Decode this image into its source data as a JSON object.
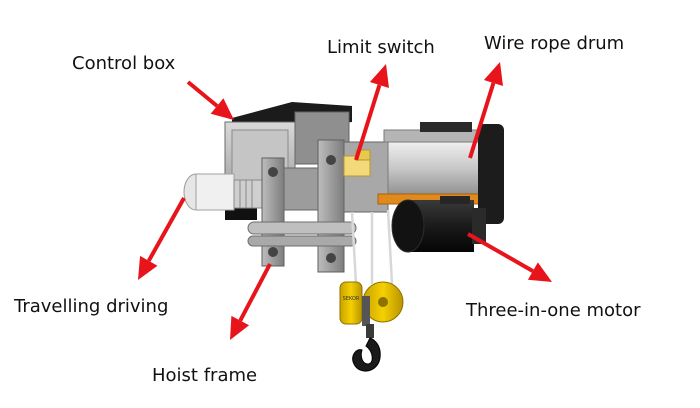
{
  "diagram": {
    "arrow_color": "#e8141b",
    "labels": {
      "control_box": "Control box",
      "limit_switch": "Limit switch",
      "wire_rope_drum": "Wire rope drum",
      "travelling_driving": "Travelling driving",
      "three_in_one_motor": "Three-in-one motor",
      "hoist_frame": "Hoist frame"
    },
    "hook_plate_text": "SEKOR",
    "icons": {
      "hoist": "electric-wire-rope-hoist-illustration",
      "arrow": "red-callout-arrow"
    }
  }
}
